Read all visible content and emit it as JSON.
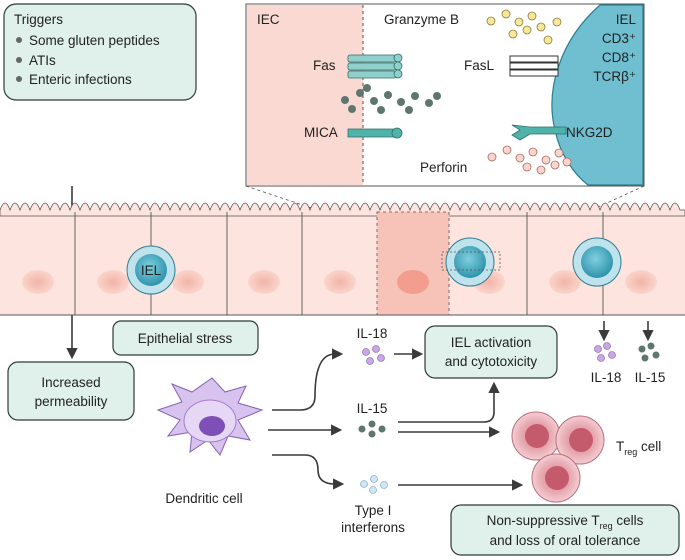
{
  "triggers": {
    "title": "Triggers",
    "items": [
      "Some gluten peptides",
      "ATIs",
      "Enteric infections"
    ]
  },
  "inset": {
    "iec_label": "IEC",
    "iel_label": "IEL",
    "markers": [
      "CD3⁺",
      "CD8⁺",
      "TCRβ⁺"
    ],
    "granzyme": "Granzyme B",
    "fas": "Fas",
    "fasl": "FasL",
    "mica": "MICA",
    "nkg2d": "NKG2D",
    "perforin": "Perforin"
  },
  "epithelium": {
    "iel_cell_label": "IEL"
  },
  "boxes": {
    "epithelial_stress": "Epithelial stress",
    "permeability": [
      "Increased",
      "permeability"
    ],
    "iel_activation": [
      "IEL activation",
      "and cytotoxicity"
    ],
    "non_suppressive": [
      "Non-suppressive T",
      "reg",
      " cells",
      "and loss of oral tolerance"
    ]
  },
  "cytokines": {
    "il18": "IL-18",
    "il15": "IL-15",
    "type1": [
      "Type I",
      "interferons"
    ],
    "out_il18": "IL-18",
    "out_il15": "IL-15"
  },
  "dendritic_cell": "Dendritic cell",
  "treg": {
    "prefix": "T",
    "sub": "reg",
    "suffix": " cell"
  },
  "colors": {
    "box_fill": "#dff1ea",
    "box_stroke": "#2e3b3a",
    "iec_pink": "#f9d9d2",
    "iel_teal": "#5ab4c8",
    "purple": "#a57bd0",
    "yellow": "#f6e79a",
    "dark_dots": "#5d7770"
  }
}
